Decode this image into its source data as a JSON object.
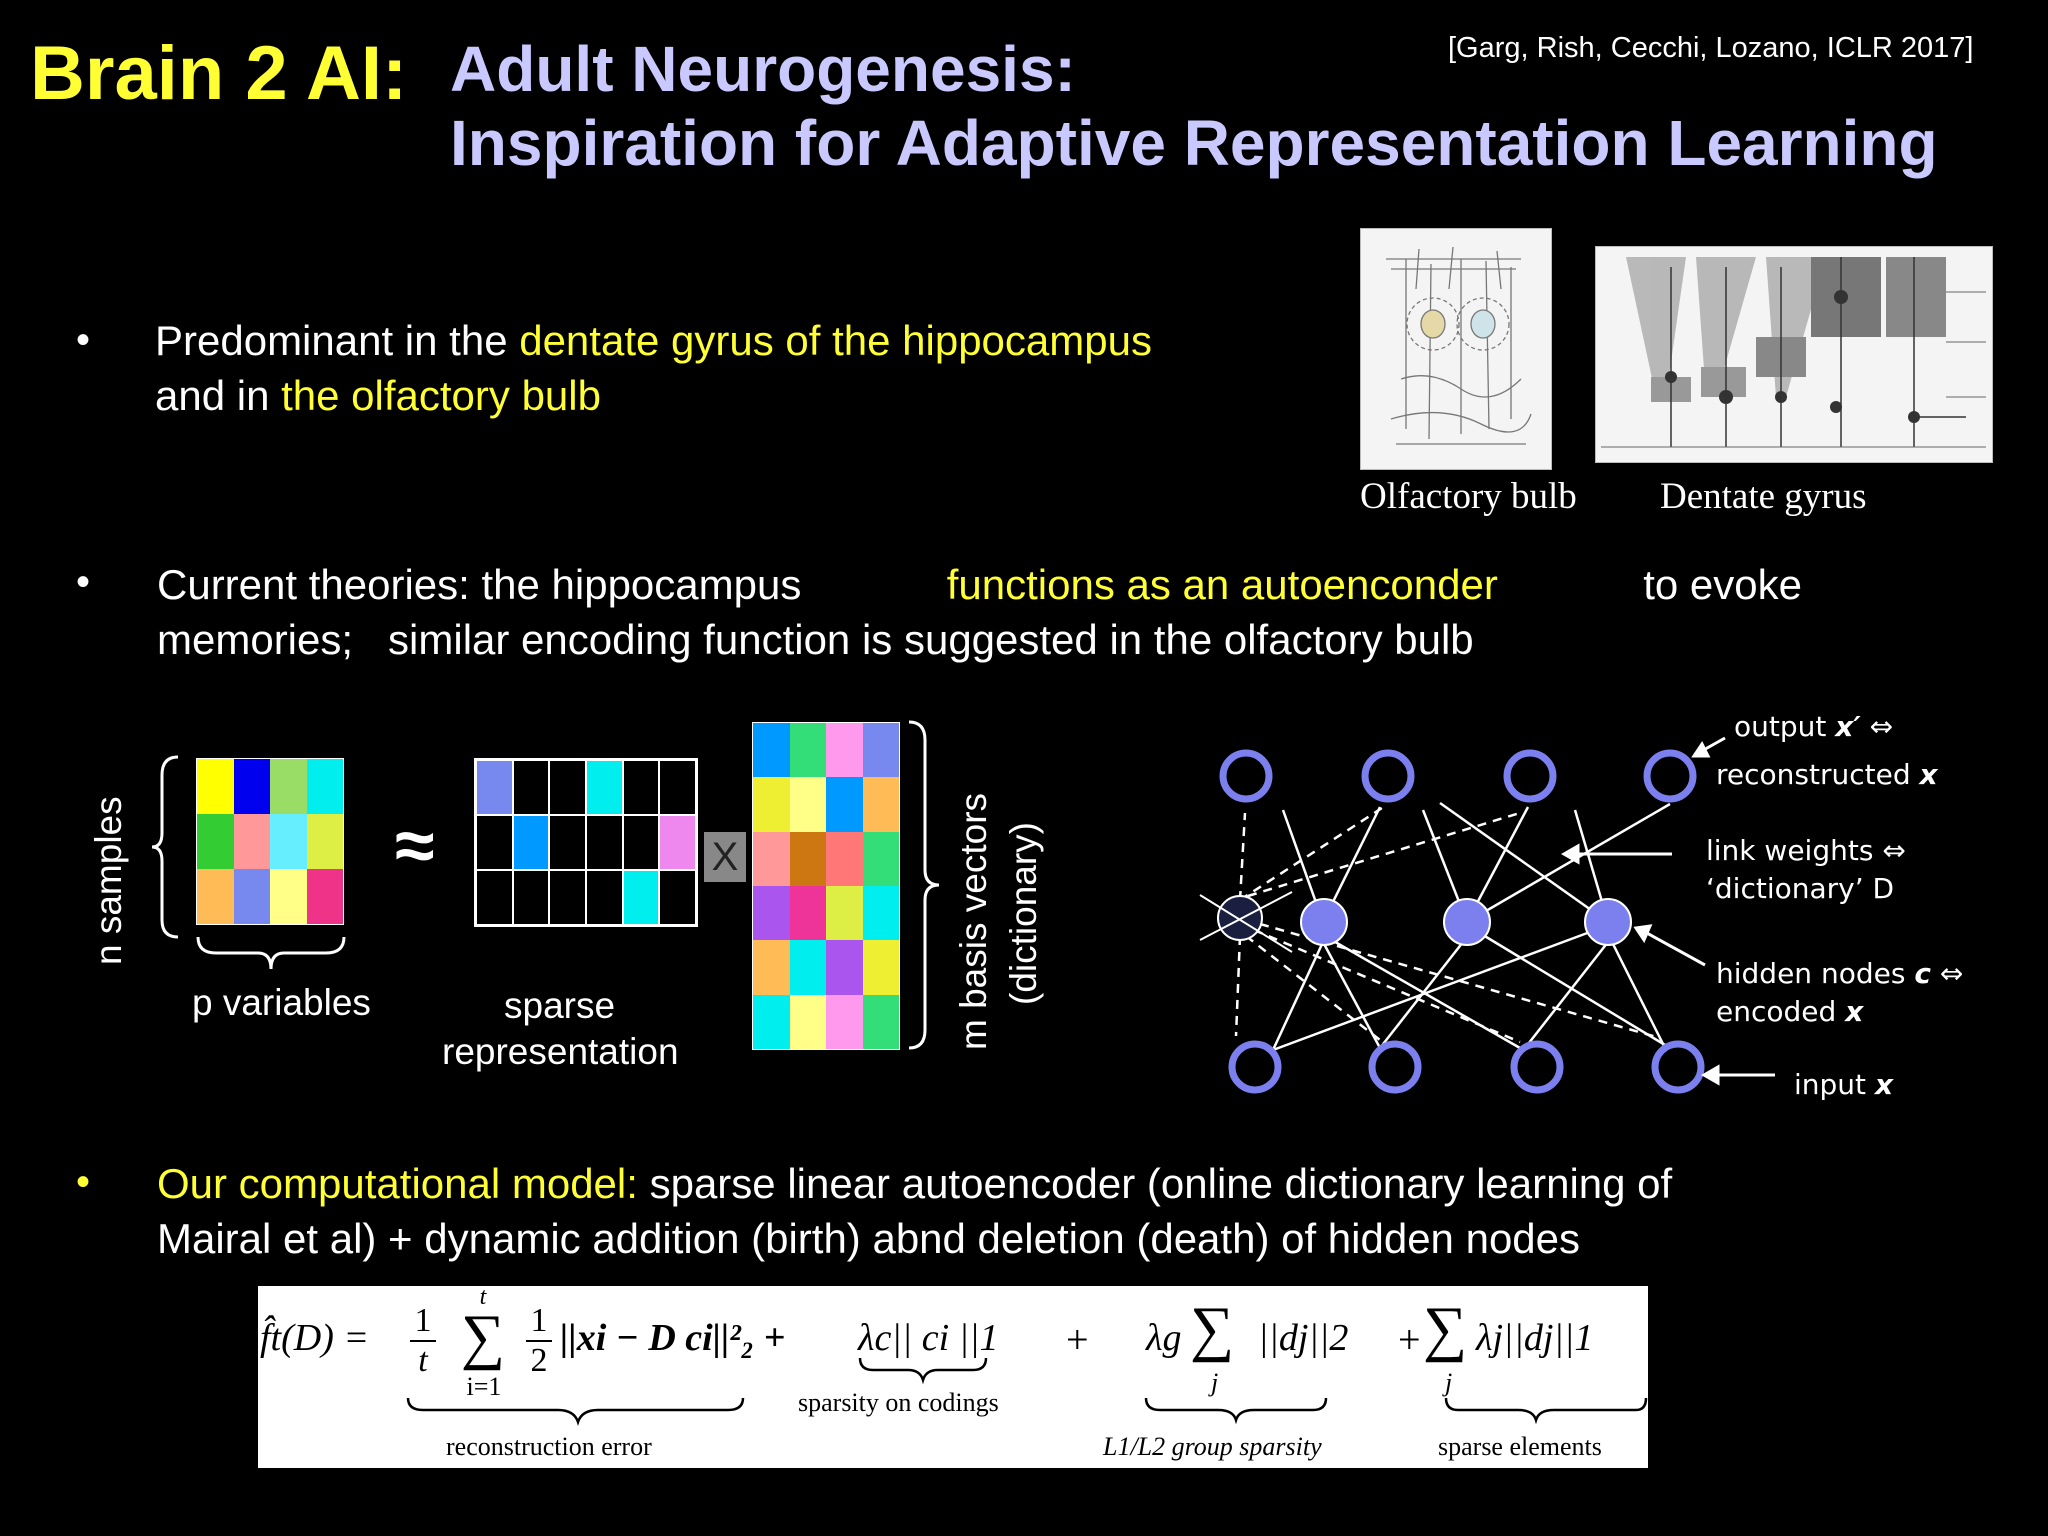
{
  "header": {
    "brand": "Brain 2 AI:",
    "title_line1": "Adult Neurogenesis:",
    "title_line2": "Inspiration for Adaptive Representation Learning",
    "citation": "[Garg, Rish, Cecchi, Lozano, ICLR 2017]"
  },
  "bullet_symbol": "•",
  "bullet1": {
    "line1_text": "Predominant in the ",
    "line1_highlight": "dentate gyrus of the hippocampus",
    "line2_text": "and in ",
    "line2_highlight": "the olfactory bulb"
  },
  "bullet2": {
    "line1_a": "Current theories: the hippocampus",
    "line1_highlight": "functions as an autoenconder",
    "line1_b": "to evoke",
    "line2": "memories;   similar encoding function is suggested in the olfactory bulb"
  },
  "bullet3": {
    "highlight": "Our computational model:",
    "line1_rest": " sparse linear autoencoder (online dictionary learning of",
    "line2": "Mairal et al) + dynamic addition (birth) abnd deletion (death) of hidden nodes"
  },
  "figures": {
    "caption_left": "Olfactory bulb",
    "caption_right": "Dentate gyrus"
  },
  "matrix_diagram": {
    "rows_label": "n samples",
    "cols_label": "p variables",
    "approx_symbol": "≈",
    "sparse_label_line1": "sparse",
    "sparse_label_line2": "representation",
    "times_symbol": "X",
    "dict_label_line1": "m basis vectors",
    "dict_label_line2": "(dictionary)",
    "data_matrix_colors": [
      "#ffff00",
      "#0000ee",
      "#99dd66",
      "#00eeee",
      "#33cc33",
      "#ff9999",
      "#66eeff",
      "#ddee44",
      "#ffbb55",
      "#7788ee",
      "#ffff88",
      "#ee3388"
    ],
    "sparse_matrix_colors": [
      "#7788ee",
      "#000000",
      "#000000",
      "#00eeee",
      "#000000",
      "#000000",
      "#000000",
      "#0099ff",
      "#000000",
      "#000000",
      "#000000",
      "#ee88ee",
      "#000000",
      "#000000",
      "#000000",
      "#000000",
      "#00eeee",
      "#000000"
    ],
    "dict_matrix_colors": [
      "#0099ff",
      "#33dd77",
      "#ff99ee",
      "#7788ee",
      "#eeee33",
      "#ffff88",
      "#0099ff",
      "#ffbb55",
      "#ff9999",
      "#cc7711",
      "#ff7777",
      "#33dd77",
      "#aa55ee",
      "#ee3399",
      "#ddee44",
      "#00eeee",
      "#ffbb55",
      "#00eeee",
      "#aa55ee",
      "#eeee33",
      "#00eeee",
      "#ffff88",
      "#ff99ee",
      "#33dd77"
    ]
  },
  "network": {
    "output_label": "output",
    "output_var": "x′",
    "iff": "⇔",
    "reconstructed_label": "reconstructed",
    "reconstructed_var": "x",
    "link_weights_line1": "link weights",
    "link_weights_line2": "‘dictionary’ D",
    "hidden_label": "hidden nodes",
    "hidden_var": "c",
    "encoded_label": "encoded",
    "encoded_var": "x",
    "input_label": "input",
    "input_var": "x",
    "colors": {
      "node": "#7b80ee"
    }
  },
  "equation": {
    "lhs": "f̂t(D) =",
    "frac1_num": "1",
    "frac1_den": "t",
    "sum_top": "t",
    "sum_bottom": "i=1",
    "sum_symbol": "∑",
    "frac2_num": "1",
    "frac2_den": "2",
    "recon_term": "||xi − D ci||²₂ +",
    "sparsity_term": "λc|| ci ||1",
    "plus1": "+",
    "group_term": "λg",
    "group_norm": "||dj||2",
    "index_j": "j",
    "plus2": "+",
    "elem_term": "λj||dj||1",
    "brace_recon": "reconstruction error",
    "brace_sparsity": "sparsity on codings",
    "brace_group": "L1/L2 group sparsity",
    "brace_elem": "sparse elements"
  }
}
